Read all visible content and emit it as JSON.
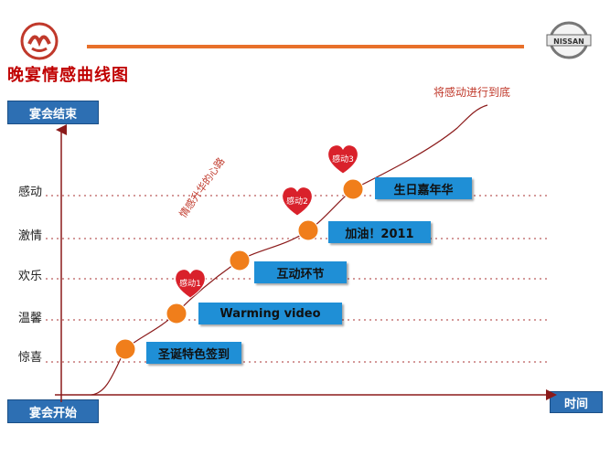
{
  "title": "晚宴情感曲线图",
  "logos": {
    "left": "dongfeng-logo",
    "right": "nissan-logo",
    "right_text": "NISSAN"
  },
  "axis": {
    "top_label": "宴会结束",
    "bottom_label": "宴会开始",
    "x_label": "时间"
  },
  "levels": [
    "感动",
    "激情",
    "欢乐",
    "温馨",
    "惊喜"
  ],
  "stages": [
    "圣诞特色签到",
    "Warming video",
    "互动环节",
    "加油！2011",
    "生日嘉年华"
  ],
  "hearts": [
    "感动1",
    "感动2",
    "感动3"
  ],
  "annotations": {
    "curve_end": "将感动进行到底",
    "diagonal": "情感升华的心路"
  },
  "colors": {
    "accent_orange": "#f07e1b",
    "blue": "#1f8fd6",
    "dark_blue": "#2d6fb3",
    "red": "#c00000",
    "line": "#8b1a1a"
  }
}
